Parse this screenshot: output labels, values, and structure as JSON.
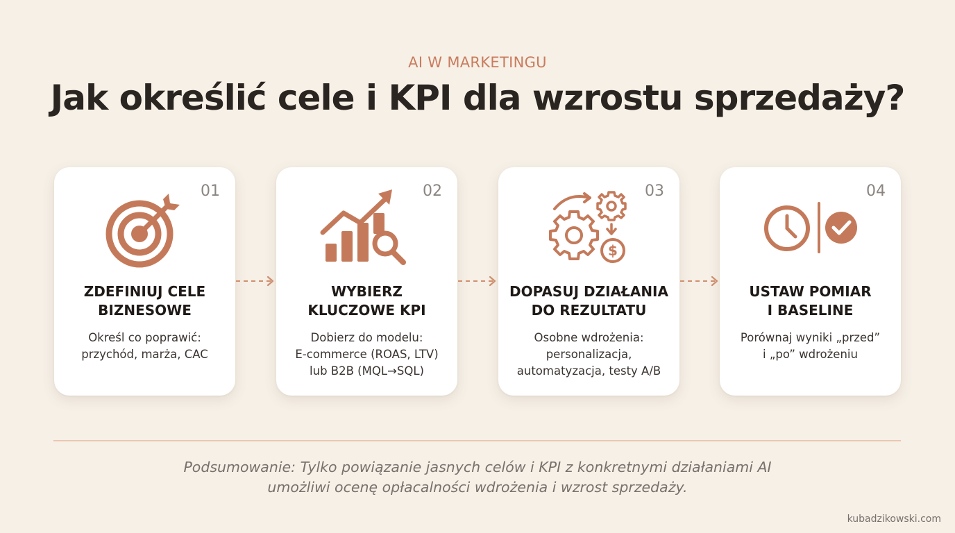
{
  "header": {
    "eyebrow": "AI W MARKETINGU",
    "title": "Jak określić cele i KPI dla wzrostu sprzedaży?"
  },
  "steps": [
    {
      "number": "01",
      "icon": "target-icon",
      "heading": "ZDEFINIUJ CELE\nBIZNESOWE",
      "body": "Określ co poprawić:\nprzychód, marża, CAC"
    },
    {
      "number": "02",
      "icon": "growth-chart-search-icon",
      "heading": "WYBIERZ\nKLUCZOWE KPI",
      "body": "Dobierz do modelu:\nE-commerce (ROAS, LTV)\nlub B2B (MQL→SQL)"
    },
    {
      "number": "03",
      "icon": "gears-money-icon",
      "heading": "DOPASUJ DZIAŁANIA\nDO REZULTATU",
      "body": "Osobne wdrożenia:\npersonalizacja,\nautomatyzacja, testy A/B"
    },
    {
      "number": "04",
      "icon": "clock-check-icon",
      "heading": "USTAW POMIAR\nI BASELINE",
      "body": "Porównaj wyniki „przed”\ni „po” wdrożeniu"
    }
  ],
  "summary": "Podsumowanie: Tylko powiązanie jasnych celów i KPI z konkretnymi działaniami AI\numożliwi ocenę opłacalności wdrożenia i wzrost sprzedaży.",
  "footer": "kubadzikowski.com",
  "colors": {
    "background": "#f6f0e7",
    "accent": "#c97c5d",
    "card": "#ffffff",
    "title": "#2b2522",
    "muted": "#77706c"
  }
}
